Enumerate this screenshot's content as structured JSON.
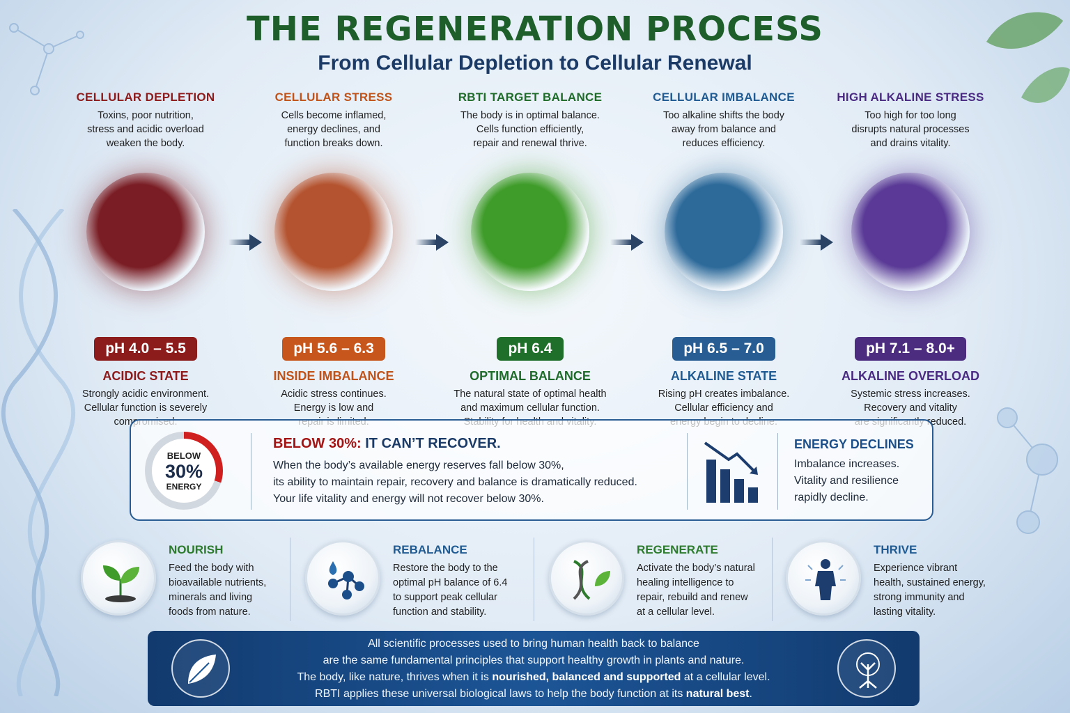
{
  "header": {
    "title": "THE REGENERATION PROCESS",
    "subtitle": "From Cellular Depletion to Cellular Renewal"
  },
  "stages": [
    {
      "heading": "CELLULAR DEPLETION",
      "desc": [
        "Toxins, poor nutrition,",
        "stress and acidic overload",
        "weaken the body."
      ],
      "ph": "pH 4.0 – 5.5",
      "state": "ACIDIC STATE",
      "state_desc": [
        "Strongly acidic environment.",
        "Cellular function is severely",
        "compromised."
      ],
      "color": "#8e1b1b",
      "badge_color": "#8c1c1c",
      "cell_color": "#7a1d24"
    },
    {
      "heading": "CELLULAR STRESS",
      "desc": [
        "Cells become inflamed,",
        "energy declines, and",
        "function breaks down."
      ],
      "ph": "pH 5.6 – 6.3",
      "state": "INSIDE IMBALANCE",
      "state_desc": [
        "Acidic stress continues.",
        "Energy is low and",
        "repair is limited."
      ],
      "color": "#c0531a",
      "badge_color": "#c7561c",
      "cell_color": "#b4532f"
    },
    {
      "heading": "RBTI TARGET BALANCE",
      "desc": [
        "The body is in optimal balance.",
        "Cells function efficiently,",
        "repair and renewal thrive."
      ],
      "ph": "pH 6.4",
      "state": "OPTIMAL BALANCE",
      "state_desc": [
        "The natural state of optimal health",
        "and maximum cellular function.",
        "Stability for health and vitality."
      ],
      "color": "#1f6b2a",
      "badge_color": "#1f6e2a",
      "cell_color": "#3f9c2a"
    },
    {
      "heading": "CELLULAR IMBALANCE",
      "desc": [
        "Too alkaline shifts the body",
        "away from balance and",
        "reduces efficiency."
      ],
      "ph": "pH 6.5 – 7.0",
      "state": "ALKALINE STATE",
      "state_desc": [
        "Rising pH creates imbalance.",
        "Cellular efficiency and",
        "energy begin to decline."
      ],
      "color": "#1f5a92",
      "badge_color": "#275d92",
      "cell_color": "#2d6a9a"
    },
    {
      "heading": "HIGH ALKALINE STRESS",
      "desc": [
        "Too high for too long",
        "disrupts natural processes",
        "and drains vitality."
      ],
      "ph": "pH 7.1 – 8.0+",
      "state": "ALKALINE OVERLOAD",
      "state_desc": [
        "Systemic stress increases.",
        "Recovery and vitality",
        "are significantly reduced."
      ],
      "color": "#4a2a82",
      "badge_color": "#4b2c7e",
      "cell_color": "#5a3a96"
    }
  ],
  "energy": {
    "gauge_below": "BELOW",
    "gauge_pct": "30%",
    "gauge_energy": "ENERGY",
    "gauge_fraction": 0.3,
    "title_red": "BELOW 30%:",
    "title_blue": "IT CAN’T RECOVER.",
    "lines": [
      "When the body’s available energy reserves fall below 30%,",
      "its ability to maintain repair, recovery and balance is dramatically reduced.",
      "Your life vitality and energy will not recover below 30%."
    ],
    "side_title": "ENERGY DECLINES",
    "side_lines": [
      "Imbalance increases.",
      "Vitality and resilience",
      "rapidly decline."
    ]
  },
  "pillars": [
    {
      "title": "NOURISH",
      "lines": [
        "Feed the body with",
        "bioavailable nutrients,",
        "minerals and living",
        "foods from nature."
      ],
      "color": "#2c7a2c",
      "icon": "sprout-icon"
    },
    {
      "title": "REBALANCE",
      "lines": [
        "Restore the body to the",
        "optimal pH balance of 6.4",
        "to support peak cellular",
        "function and stability."
      ],
      "color": "#1f5a92",
      "icon": "molecule-icon"
    },
    {
      "title": "REGENERATE",
      "lines": [
        "Activate the body’s natural",
        "healing intelligence to",
        "repair, rebuild and renew",
        "at a cellular level."
      ],
      "color": "#2c7a2c",
      "icon": "dna-leaf-icon"
    },
    {
      "title": "THRIVE",
      "lines": [
        "Experience vibrant",
        "health, sustained energy,",
        "strong immunity and",
        "lasting vitality."
      ],
      "color": "#1f5a92",
      "icon": "human-figure-icon"
    }
  ],
  "footer": {
    "line1": "All scientific processes used to bring human health back to balance",
    "line2": "are the same fundamental principles that support healthy growth in plants and nature.",
    "line3_a": "The body, like nature, thrives when it is ",
    "line3_b": "nourished, balanced and supported",
    "line3_c": " at a cellular level.",
    "line4_a": "RBTI applies these universal biological laws to help the body function at its ",
    "line4_b": "natural best",
    "line4_c": "."
  }
}
